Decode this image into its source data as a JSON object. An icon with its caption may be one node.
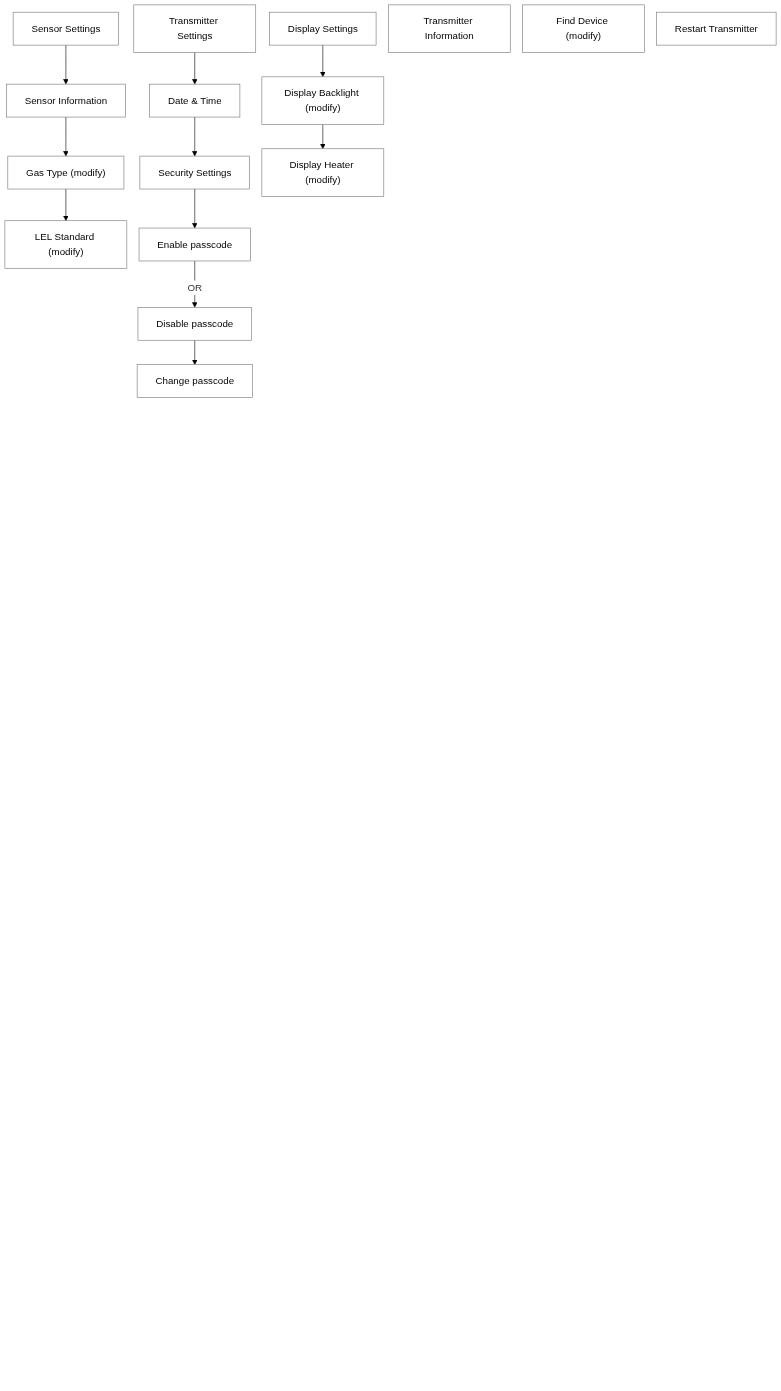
{
  "diagram": {
    "nodes": [
      {
        "text": [
          "Sensor Settings"
        ]
      },
      {
        "text": [
          "Sensor Information"
        ]
      },
      {
        "text": [
          "Gas Type (modify)"
        ]
      },
      {
        "text": [
          "LEL Standard (modify)"
        ]
      },
      {
        "text": [
          "Transmitter Settings"
        ]
      },
      {
        "text": [
          "Date & Time"
        ]
      },
      {
        "text": [
          "Security Settings"
        ]
      },
      {
        "text": [
          "Enable passcode"
        ]
      },
      {
        "text": [
          "Disable passcode"
        ]
      },
      {
        "text": [
          "Change passcode"
        ]
      },
      {
        "text": [
          "Display Settings"
        ]
      },
      {
        "text": [
          "Display Backlight (modify)"
        ]
      },
      {
        "text": [
          "Display Heater (modify)"
        ]
      },
      {
        "text": [
          "Transmitter Information"
        ]
      },
      {
        "text": [
          "Find Device (modify)"
        ]
      },
      {
        "text": [
          "Restart Transmitter"
        ]
      }
    ],
    "edges": [
      {
        "from": 0,
        "to": 1,
        "arrow": "to"
      },
      {
        "from": 1,
        "to": 2,
        "arrow": "to"
      },
      {
        "from": 2,
        "to": 3,
        "arrow": "to"
      },
      {
        "from": 4,
        "to": 5,
        "arrow": "to"
      },
      {
        "from": 5,
        "to": 6,
        "arrow": "to"
      },
      {
        "from": 6,
        "to": 7,
        "arrow": "to"
      },
      {
        "from": 7,
        "to": 8,
        "arrow": "to",
        "label": "OR"
      },
      {
        "from": 8,
        "to": 9,
        "arrow": "to"
      },
      {
        "from": 10,
        "to": 11,
        "arrow": "to"
      },
      {
        "from": 11,
        "to": 12,
        "arrow": "to"
      }
    ]
  }
}
